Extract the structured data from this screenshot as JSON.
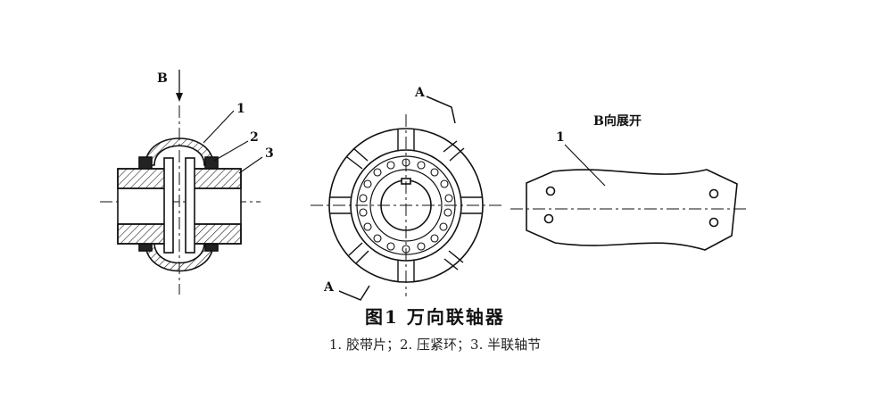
{
  "views": {
    "left": {
      "arrow_label": "B",
      "part_labels": [
        "1",
        "2",
        "3"
      ]
    },
    "middle": {
      "section_label_top": "A",
      "section_label_bottom": "A"
    },
    "right": {
      "title": "B向展开",
      "part_label": "1"
    }
  },
  "caption": {
    "title": "图1  万向联轴器",
    "legend": "1. 胶带片；2. 压紧环；3. 半联轴节"
  }
}
